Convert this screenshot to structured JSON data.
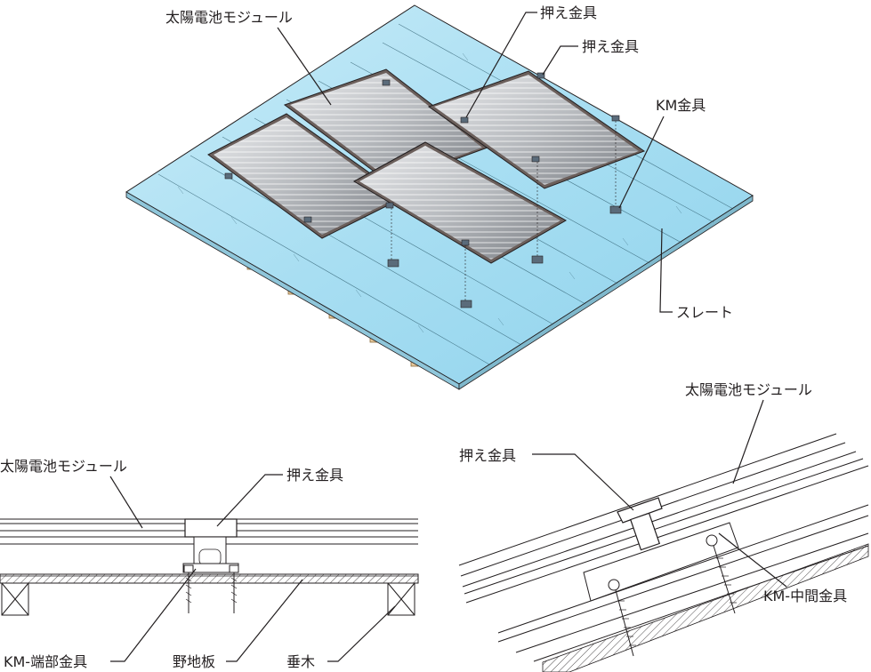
{
  "diagram": {
    "isometric": {
      "labels": {
        "module": "太陽電池モジュール",
        "clamp_top": "押え金具",
        "clamp_right": "押え金具",
        "km_bracket": "KM金具",
        "slate": "スレート"
      }
    },
    "front_section": {
      "labels": {
        "module": "太陽電池モジュール",
        "clamp": "押え金具",
        "end_bracket": "KM-端部金具",
        "sheathing": "野地板",
        "rafter": "垂木"
      }
    },
    "side_section": {
      "labels": {
        "module": "太陽電池モジュール",
        "clamp": "押え金具",
        "middle_bracket": "KM-中間金具"
      }
    },
    "colors": {
      "slate": "#8fd3ec",
      "slate_light": "#c9ecf8",
      "module_frame": "#6b5f5b",
      "module_glass": "#9a9ea4",
      "line": "#231f20"
    }
  }
}
